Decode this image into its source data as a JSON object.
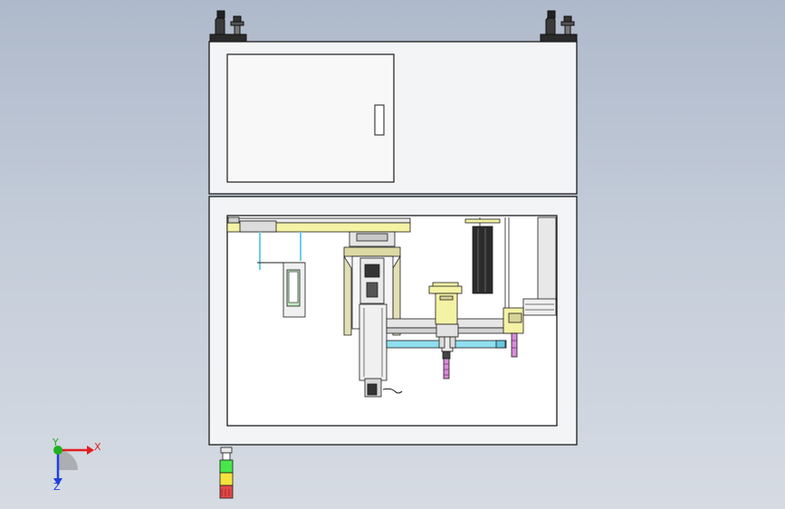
{
  "viewport": {
    "background_top": "#aeb9cb",
    "background_bottom": "#d6dbe3"
  },
  "colors": {
    "cabinet_fill": "#f3f4f6",
    "outline": "#1c1c1c",
    "yellow_part": "#f4f2a4",
    "cyan_part": "#8fdfef",
    "magenta_part": "#d98bd8",
    "green_part": "#bfe7bf",
    "light_green": "#49e64a",
    "light_yellow": "#f4e33c",
    "light_red": "#e24a4a",
    "axis_x": "#e02020",
    "axis_y": "#20b020",
    "axis_z": "#2040e0"
  },
  "triad": {
    "x_label": "X",
    "y_label": "Y",
    "z_label": "Z"
  },
  "icons": {
    "leveling_feet": "leveling-foot-icon",
    "signal_tower": "signal-tower-icon",
    "door_handle": "door-handle-icon"
  }
}
